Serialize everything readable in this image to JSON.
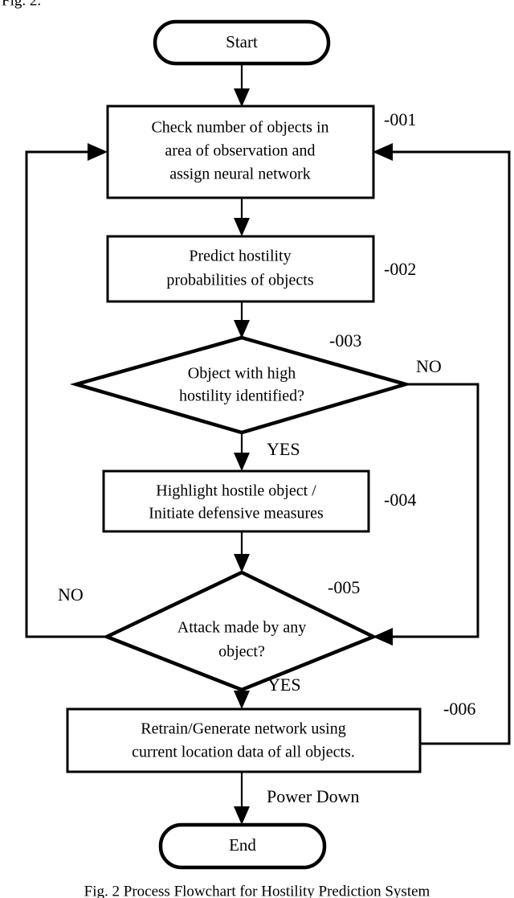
{
  "figure": {
    "header_partial": "Fig. 2.",
    "caption": "Fig. 2 Process Flowchart for Hostility Prediction System"
  },
  "nodes": {
    "start": {
      "type": "terminator",
      "label": "Start"
    },
    "step001": {
      "type": "process",
      "ref": "-001",
      "line1": "Check number of objects in",
      "line2": "area of observation and",
      "line3": "assign neural network"
    },
    "step002": {
      "type": "process",
      "ref": "-002",
      "line1": "Predict hostility",
      "line2": "probabilities of objects"
    },
    "decision003": {
      "type": "decision",
      "ref": "-003",
      "line1": "Object with high",
      "line2": "hostility identified?",
      "yes_label": "YES",
      "no_label": "NO"
    },
    "step004": {
      "type": "process",
      "ref": "-004",
      "line1": "Highlight hostile object /",
      "line2": "Initiate defensive measures"
    },
    "decision005": {
      "type": "decision",
      "ref": "-005",
      "line1": "Attack made by any",
      "line2": "object?",
      "yes_label": "YES",
      "no_label": "NO"
    },
    "step006": {
      "type": "process",
      "ref": "-006",
      "line1": "Retrain/Generate network using",
      "line2": "current location data of all objects."
    },
    "end": {
      "type": "terminator",
      "label": "End",
      "incoming_note": "Power Down"
    }
  },
  "colors": {
    "stroke": "#000000",
    "fill": "#ffffff",
    "background": "#ffffff"
  }
}
